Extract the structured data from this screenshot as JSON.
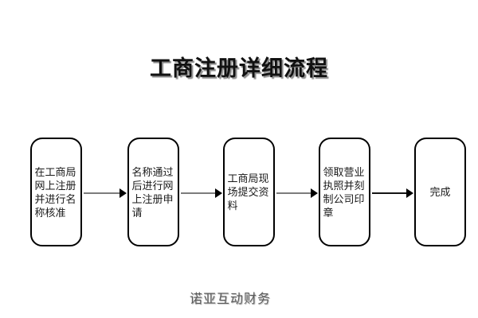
{
  "page": {
    "title": "工商注册详细流程",
    "background_color": "#ffffff",
    "watermark": "诺亚互动财务"
  },
  "diagram": {
    "type": "flowchart",
    "orientation": "left-to-right",
    "node_shape": "rounded-rectangle",
    "node_border_color": "#000000",
    "node_fill_color": "#ffffff",
    "connector_color": "#7c7c7c",
    "connector_arrowhead_color": "#000000",
    "nodes": [
      {
        "id": "n1",
        "label": "在工商局网上注册并进行名称核准"
      },
      {
        "id": "n2",
        "label": "名称通过后进行网上注册申请"
      },
      {
        "id": "n3",
        "label": "工商局现场提交资料"
      },
      {
        "id": "n4",
        "label": "领取营业执照并刻制公司印章"
      },
      {
        "id": "n5",
        "label": "完成"
      }
    ],
    "connectors": [
      {
        "id": "c1",
        "from": "n1",
        "to": "n2",
        "color": "#7c7c7c"
      },
      {
        "id": "c2",
        "from": "n2",
        "to": "n3",
        "color": "#7c7c7c"
      },
      {
        "id": "c3",
        "from": "n3",
        "to": "n4",
        "color": "#7c7c7c"
      },
      {
        "id": "c4",
        "from": "n4",
        "to": "n5",
        "color": "#141414"
      }
    ]
  }
}
